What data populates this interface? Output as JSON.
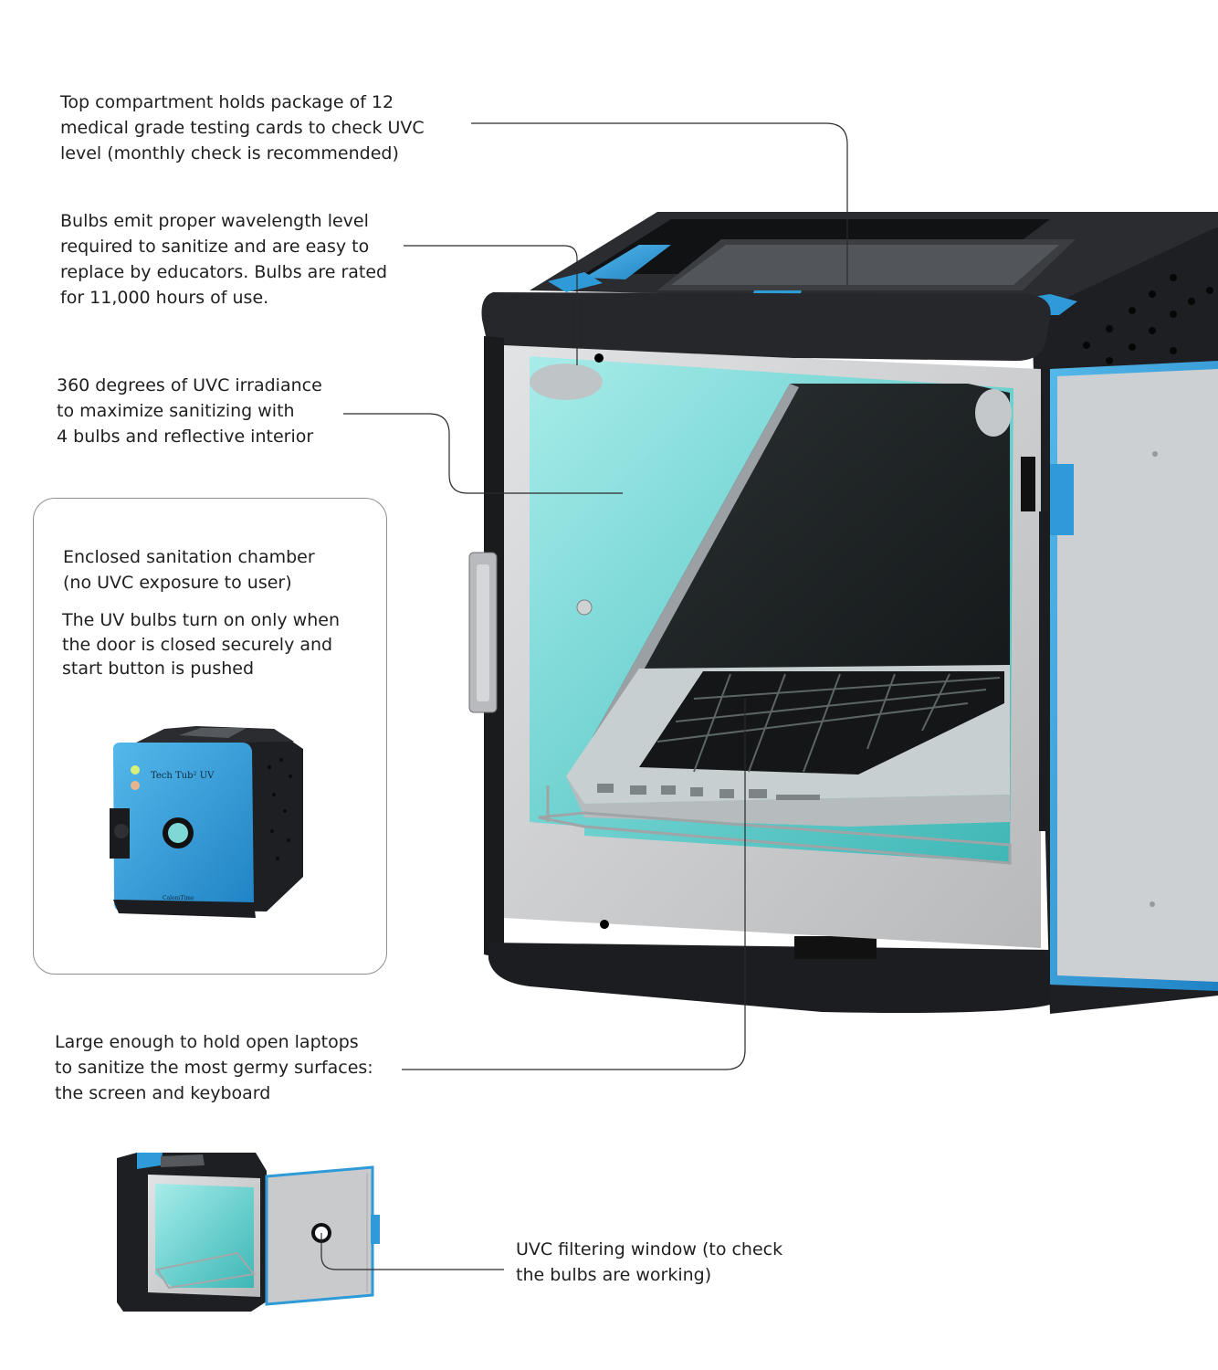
{
  "callouts": {
    "top_compartment": "Top compartment holds package of 12\nmedical grade testing cards to check UVC\nlevel (monthly check is recommended)",
    "bulbs": "Bulbs emit proper wavelength level\nrequired to sanitize and are easy to\nreplace by educators. Bulbs are rated\nfor 11,000 hours of use.",
    "irradiance": "360 degrees of UVC irradiance\nto maximize sanitizing with\n4 bulbs and reflective interior",
    "enclosed": "Enclosed sanitation chamber\n(no UVC exposure to user)",
    "bulbs_on": "The UV bulbs turn on only when\nthe door is closed securely and\nstart button is pushed",
    "large": "Large enough to hold open laptops\nto sanitize the most germy surfaces:\nthe screen and keyboard",
    "window": "UVC filtering window (to check\nthe bulbs are working)"
  },
  "product": {
    "name_label": "Tech Tub² UV",
    "maker_label": "CalemTime"
  },
  "colors": {
    "accent_blue": "#2f9ad8",
    "cabinet_black": "#1e1f22",
    "interior_cyan": "#7fd8d6",
    "panel_grey": "#c9cacb"
  }
}
